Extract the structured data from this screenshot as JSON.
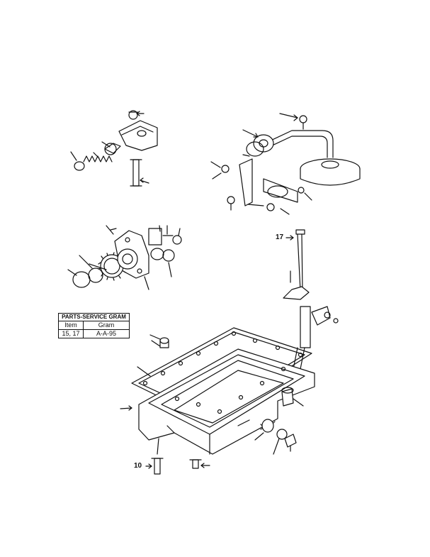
{
  "figure": {
    "callouts": {
      "dipstick_tube": "17",
      "pan_bolt": "10"
    }
  },
  "parts_table": {
    "title": "PARTS-SERVICE GRAM",
    "headers": [
      "Item",
      "Gram"
    ],
    "rows": [
      {
        "item": "15, 17",
        "gram": "A-A-95"
      }
    ]
  }
}
